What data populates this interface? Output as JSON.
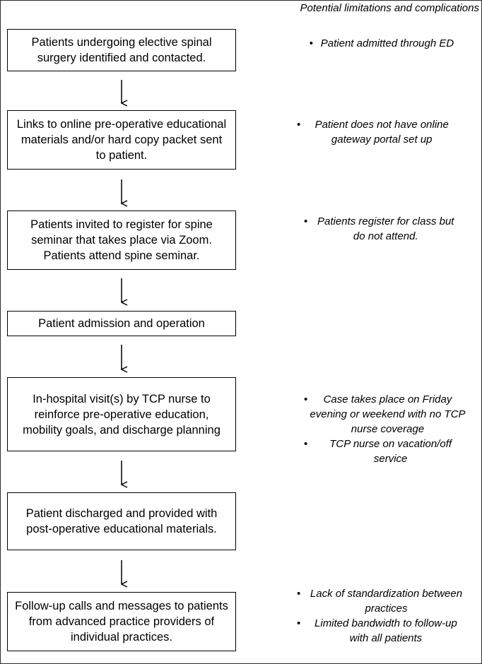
{
  "column_title": "Potential limitations and complications",
  "steps": [
    "Patients undergoing elective spinal surgery identified and contacted.",
    "Links to online pre-operative educational materials and/or hard copy packet sent to patient.",
    "Patients invited to register for spine seminar that takes place via Zoom. Patients attend spine seminar.",
    "Patient admission and operation",
    "In-hospital visit(s) by TCP nurse to reinforce pre-operative education, mobility goals, and discharge planning",
    "Patient discharged and provided with post-operative educational materials.",
    "Follow-up calls and messages to patients from advanced practice providers of individual practices."
  ],
  "limitations": {
    "step1": [
      "Patient admitted through ED"
    ],
    "step2": [
      "Patient does not have online gateway portal set up"
    ],
    "step3": [
      "Patients register for class but do not attend."
    ],
    "step5": [
      "Case takes place on Friday evening or weekend with no TCP nurse coverage",
      "TCP nurse on vacation/off service"
    ],
    "step7": [
      "Lack of standardization between practices",
      "Limited bandwidth to follow-up with all patients"
    ]
  },
  "bullet_glyph": "•"
}
